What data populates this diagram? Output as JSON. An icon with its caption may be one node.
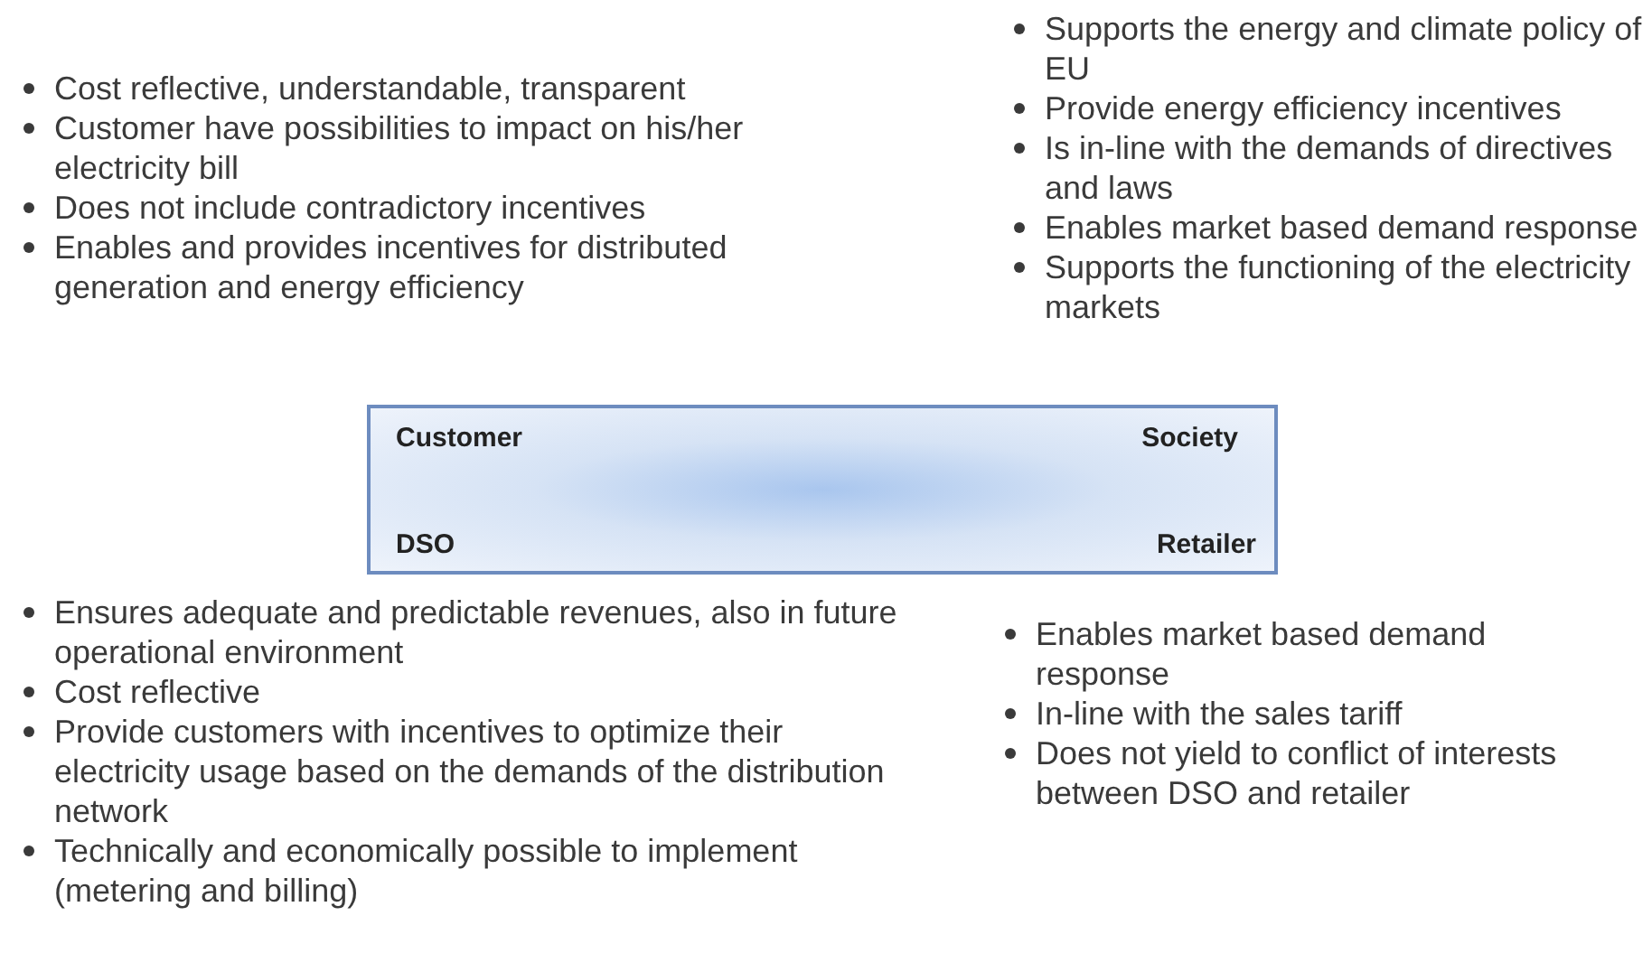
{
  "diagram": {
    "nodes": [
      {
        "text": [
          "Customer",
          "Society",
          "DSO",
          "Retailer"
        ]
      }
    ],
    "labels": [
      "Cost reflective, understandable, transparent",
      "Customer have possibilities to impact on his/her electricity bill",
      "Does not include contradictory incentives",
      "Enables and provides incentives for distributed generation and energy efficiency",
      "Supports the energy and climate policy of EU",
      "Provide energy efficiency incentives",
      "Is in-line with the demands of directives and laws",
      "Enables market based demand response",
      "Supports the functioning of the electricity markets",
      "Ensures adequate and predictable revenues, also in future operational environment",
      "Cost reflective",
      "Provide customers with incentives to optimize their electricity usage based on the demands of the distribution network",
      "Technically and economically possible to implement (metering and billing)",
      "Enables market based demand response",
      "In-line with the sales tariff",
      "Does not yield to conflict of interests between DSO and retailer"
    ]
  }
}
